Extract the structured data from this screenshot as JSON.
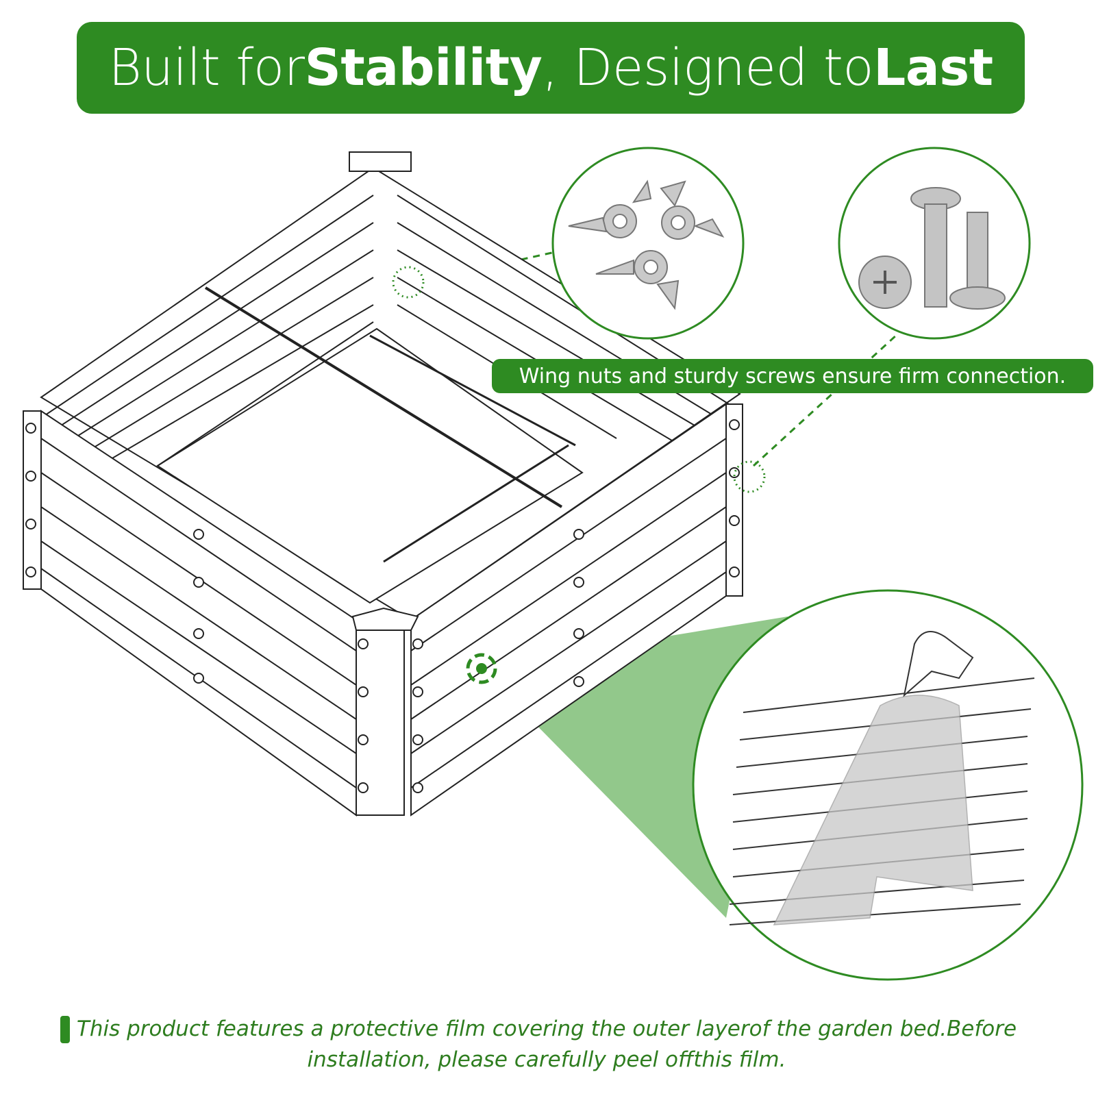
{
  "title": {
    "part1": "Built for ",
    "part2": "Stability",
    "part3": " , Designed to ",
    "part4": "Last"
  },
  "callout": {
    "text": "Wing nuts and sturdy screws ensure firm connection."
  },
  "footer": {
    "line1": "This product features a protective film covering the outer layerof the garden bed.Before",
    "line2": "installation, please carefully peel offthis film."
  },
  "colors": {
    "brand_green": "#2e8b22",
    "light_green": "#8cc585",
    "text_green": "#2e7d1f"
  },
  "icons": [
    "wing-nut-icon",
    "screw-icon",
    "garden-bed-illustration",
    "peel-film-illustration"
  ]
}
